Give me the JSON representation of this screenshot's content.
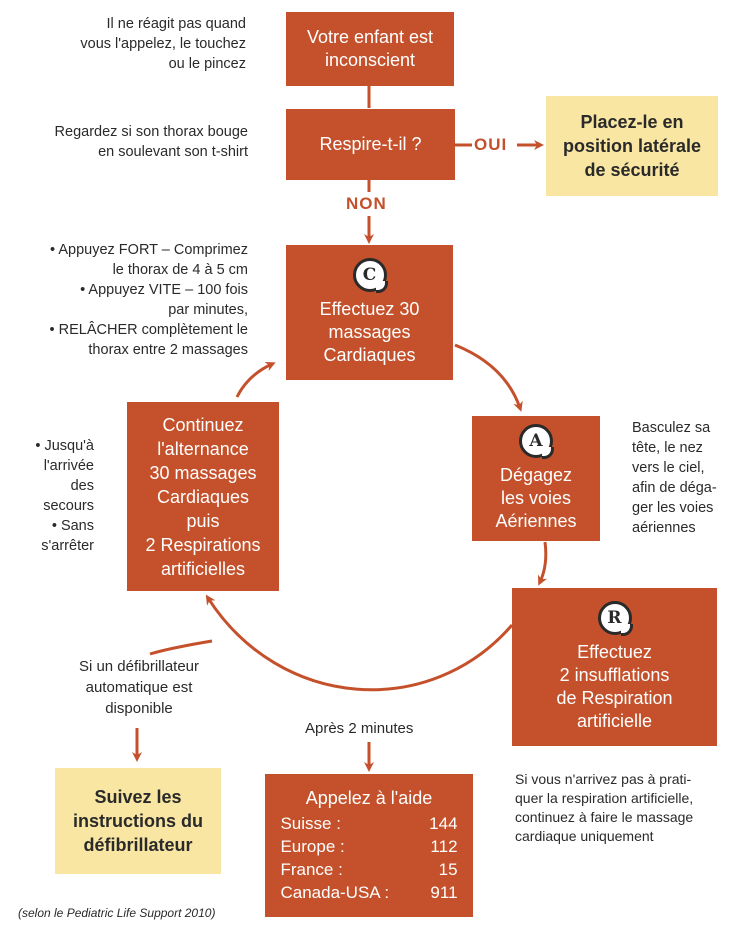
{
  "boxes": {
    "unconscious": [
      "Votre enfant est",
      "inconscient"
    ],
    "breathing": [
      "Respire-t-il ?"
    ],
    "safety_position": [
      "Placez-le en",
      "position latérale",
      "de sécurité"
    ],
    "cardiac": {
      "badge": "C",
      "lines": [
        "Effectuez 30",
        "massages",
        "Cardiaques"
      ]
    },
    "airways": {
      "badge": "A",
      "lines": [
        "Dégagez",
        "les voies",
        "Aériennes"
      ]
    },
    "respiration": {
      "badge": "R",
      "lines": [
        "Effectuez",
        "2 insufflations",
        "de Respiration",
        "artificielle"
      ]
    },
    "continue": [
      "Continuez",
      "l'alternance",
      "30 massages",
      "Cardiaques",
      "puis",
      "2 Respirations",
      "artificielles"
    ],
    "defib": [
      "Suivez les",
      "instructions du",
      "défibrillateur"
    ],
    "call_help": {
      "title": "Appelez à l'aide",
      "phones": [
        {
          "country": "Suisse :",
          "number": "144"
        },
        {
          "country": "Europe :",
          "number": "112"
        },
        {
          "country": "France :",
          "number": "15"
        },
        {
          "country": "Canada-USA :",
          "number": "911"
        }
      ]
    }
  },
  "labels": {
    "oui": "OUI",
    "non": "NON",
    "after_2_min": "Après 2 minutes"
  },
  "notes": {
    "no_reaction": [
      "Il ne réagit pas quand",
      "vous l'appelez, le touchez",
      "ou le pincez"
    ],
    "check_chest": [
      "Regardez si son thorax bouge",
      "en soulevant son t-shirt"
    ],
    "compressions": [
      "• Appuyez FORT – Comprimez",
      "le thorax de 4 à 5 cm",
      "• Appuyez VITE – 100 fois",
      "par minutes,",
      "• RELÂCHER complètement le",
      "thorax entre 2 massages"
    ],
    "airway_note": [
      "Basculez sa",
      "tête, le nez",
      "vers le ciel,",
      "afin de déga-",
      "ger les voies",
      "aériennes"
    ],
    "until": [
      "• Jusqu'à",
      "l'arrivée",
      "des",
      "secours",
      "• Sans",
      "s'arrêter"
    ],
    "defib_available": [
      "Si un défibrillateur",
      "automatique est",
      "disponible"
    ],
    "cardiac_only": [
      "Si vous n'arrivez pas à prati-",
      "quer la respiration artificielle,",
      "continuez à faire le massage",
      "cardiaque uniquement"
    ]
  },
  "source": "(selon le Pediatric Life Support 2010)",
  "colors": {
    "accent": "#c4512b",
    "yellow_box": "#f8e6a2"
  }
}
